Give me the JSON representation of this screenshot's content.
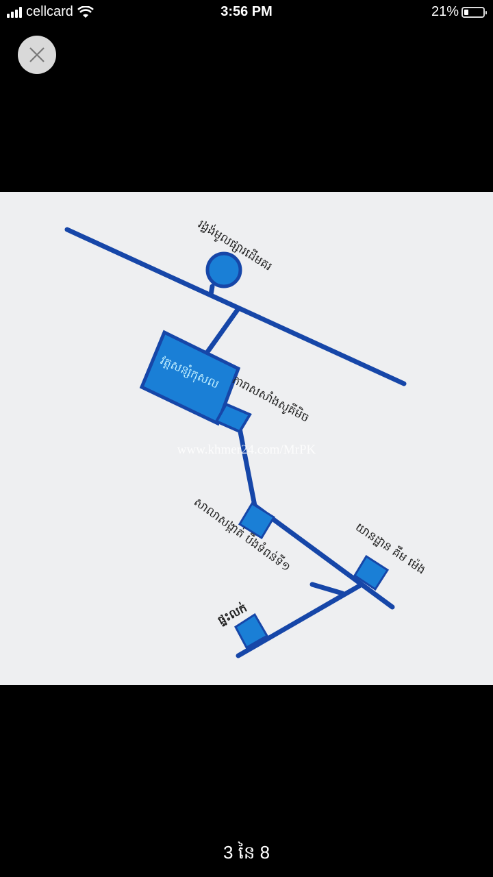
{
  "status_bar": {
    "carrier": "cellcard",
    "time": "3:56 PM",
    "battery": "21%",
    "battery_level": 0.21
  },
  "viewer": {
    "close_icon": "close-icon",
    "counter": "3 នៃ 8"
  },
  "map": {
    "labels": {
      "roundabout": "រង្វង់មូលផ្សារដើមគរ",
      "pagoda": "វត្តសន្សំកុសល",
      "gas_station": "ការាសសាំងសូគីមិច",
      "commune_hall": "សាលាសង្កាត់ បឹងទំពន់ទី១",
      "garage": "យានដ្ឋាន គឹម ម៉េង",
      "house_for_sale": "ផ្ទះលក់"
    },
    "watermark": "www.khmer24.com/MrPK",
    "colors": {
      "road": "#1646a8",
      "building": "#1a7fd6"
    }
  }
}
